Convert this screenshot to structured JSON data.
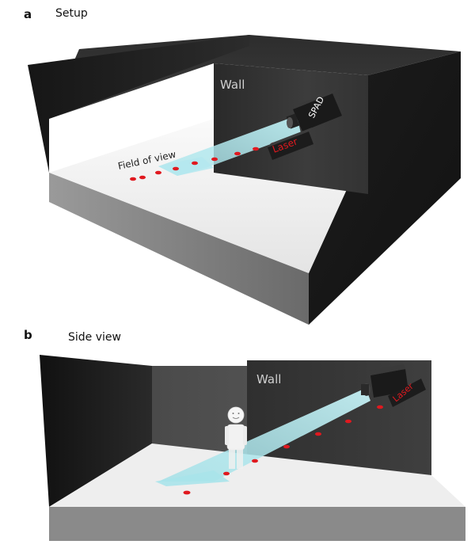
{
  "panel_a": {
    "letter": "a",
    "title": "Setup",
    "labels": {
      "wall": "Wall",
      "spad": "SPAD",
      "laser": "Laser",
      "field_of_view": "Field of view"
    }
  },
  "panel_b": {
    "letter": "b",
    "title": "Side view",
    "labels": {
      "wall": "Wall",
      "laser": "Laser"
    }
  },
  "colors": {
    "laser_dot": "#e0191f",
    "laser_text": "#e0191f",
    "fov_beam": "#aee7ec",
    "wall_dark": "#2f2f2f",
    "floor": "#eeeeee"
  }
}
